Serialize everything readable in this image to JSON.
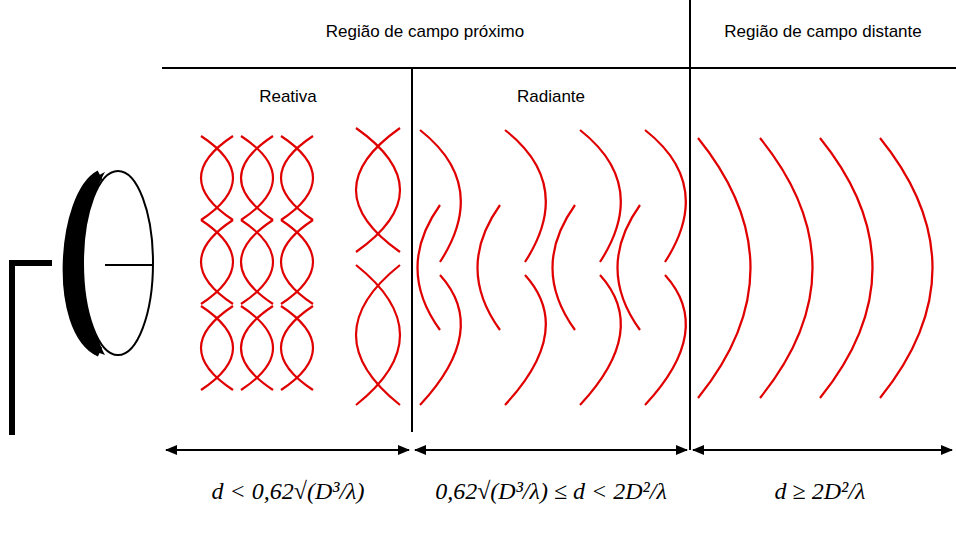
{
  "diagram": {
    "labels": [
      "Região de campo próximo",
      "Região de campo distante",
      "Reativa",
      "Radiante",
      "d < 0,62√(D³/λ)",
      "0,62√(D³/λ) ≤ d < 2D²/λ",
      "d ≥ 2D²/λ"
    ]
  }
}
